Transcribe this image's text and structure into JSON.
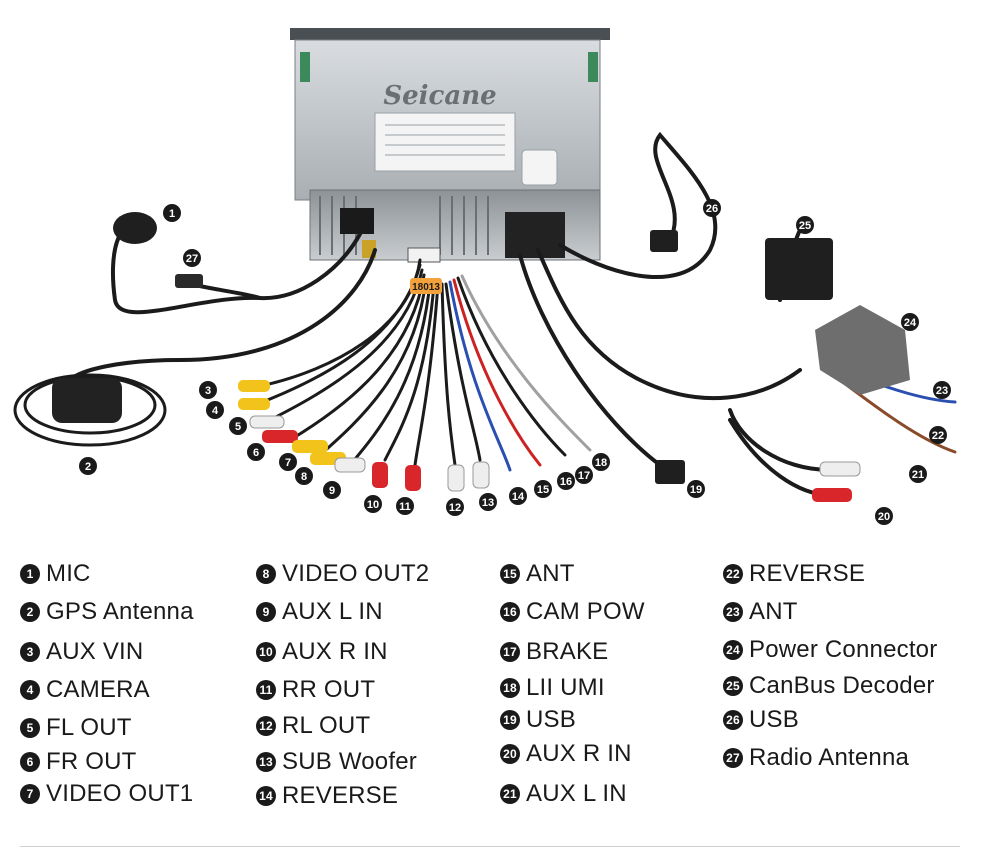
{
  "brand": "Seicane",
  "chip_label": "18013",
  "colors": {
    "badge": "#1a1a1a",
    "cable": "#1b1b1b",
    "yellow_rca": "#f2c31b",
    "red_rca": "#d8262b",
    "white_rca": "#eeeeee"
  },
  "callouts": [
    "1",
    "2",
    "3",
    "4",
    "5",
    "6",
    "7",
    "8",
    "9",
    "10",
    "11",
    "12",
    "13",
    "14",
    "15",
    "16",
    "17",
    "18",
    "19",
    "20",
    "21",
    "22",
    "23",
    "24",
    "25",
    "26",
    "27"
  ],
  "legend": [
    {
      "num": "1",
      "label": "MIC"
    },
    {
      "num": "2",
      "label": "GPS Antenna"
    },
    {
      "num": "3",
      "label": "AUX VIN"
    },
    {
      "num": "4",
      "label": "CAMERA"
    },
    {
      "num": "5",
      "label": "FL OUT"
    },
    {
      "num": "6",
      "label": "FR OUT"
    },
    {
      "num": "7",
      "label": "VIDEO OUT1"
    },
    {
      "num": "8",
      "label": "VIDEO OUT2"
    },
    {
      "num": "9",
      "label": "AUX L IN"
    },
    {
      "num": "10",
      "label": "AUX R IN"
    },
    {
      "num": "11",
      "label": "RR OUT"
    },
    {
      "num": "12",
      "label": "RL OUT"
    },
    {
      "num": "13",
      "label": "SUB Woofer"
    },
    {
      "num": "14",
      "label": "REVERSE"
    },
    {
      "num": "15",
      "label": "ANT"
    },
    {
      "num": "16",
      "label": "CAM POW"
    },
    {
      "num": "17",
      "label": "BRAKE"
    },
    {
      "num": "18",
      "label": "LII UMI"
    },
    {
      "num": "19",
      "label": "USB"
    },
    {
      "num": "20",
      "label": "AUX R IN"
    },
    {
      "num": "21",
      "label": "AUX L IN"
    },
    {
      "num": "22",
      "label": "REVERSE"
    },
    {
      "num": "23",
      "label": "ANT"
    },
    {
      "num": "24",
      "label": "Power Connector"
    },
    {
      "num": "25",
      "label": "CanBus Decoder"
    },
    {
      "num": "26",
      "label": "USB"
    },
    {
      "num": "27",
      "label": "Radio Antenna"
    }
  ]
}
